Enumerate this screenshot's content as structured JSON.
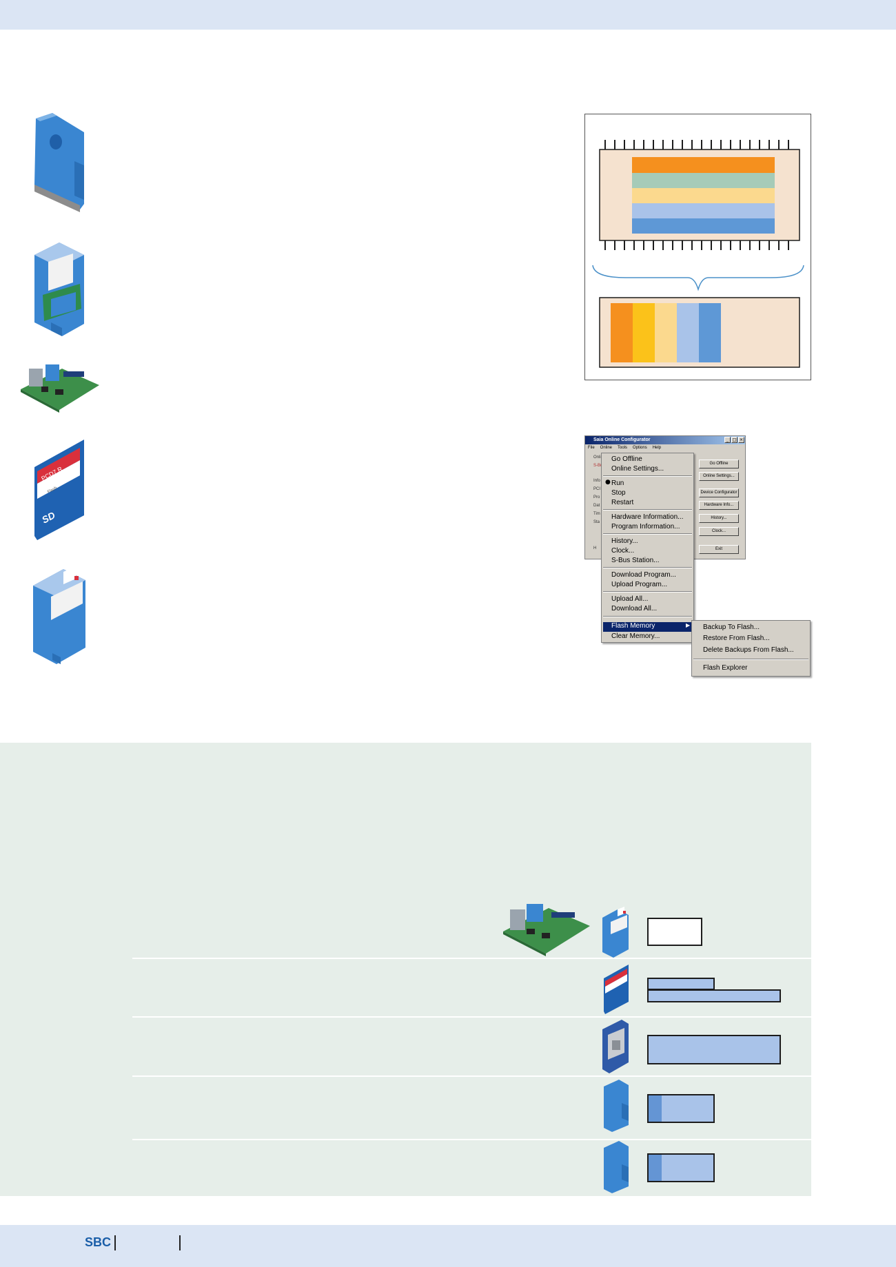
{
  "footer": {
    "brand": "SBC"
  },
  "dialog": {
    "title": "Saia Online Configurator",
    "menubar": [
      "File",
      "Online",
      "Tools",
      "Options",
      "Help"
    ],
    "buttons": [
      "Go Offline",
      "Online Settings...",
      "Device Configurator",
      "Hardware Info...",
      "History...",
      "Clock...",
      "Exit"
    ],
    "fragments": [
      "Onli",
      "S-Bu",
      "Info",
      "PCI",
      "Pro",
      "Dat",
      "Tim",
      "Sta",
      "H"
    ]
  },
  "context_menu": {
    "items": [
      "Go Offline",
      "Online Settings...",
      "Run",
      "Stop",
      "Restart",
      "Hardware Information...",
      "Program Information...",
      "History...",
      "Clock...",
      "S-Bus Station...",
      "Download Program...",
      "Upload Program...",
      "Upload All...",
      "Download All...",
      "Flash Memory",
      "Clear Memory..."
    ],
    "checked_item": "Run",
    "highlighted_item": "Flash Memory"
  },
  "submenu": {
    "items": [
      "Backup To Flash...",
      "Restore From Flash...",
      "Delete Backups From Flash...",
      "Flash Explorer"
    ]
  },
  "module_labels": {
    "sd_card": "PCD7.R",
    "sd_card_sub": "Flash"
  },
  "colors": {
    "band": "#dbe5f4",
    "panel": "#e6eee9",
    "module_blue": "#3a86d1",
    "bar_fill": "#a9c3e9",
    "bar_dark": "#6495d4",
    "orange": "#f5901e",
    "teal": "#a6cbb8",
    "yellow": "#fbd98e",
    "light_blue": "#a9c3e9",
    "mid_blue": "#5e98d6",
    "peach": "#f5e2cf",
    "gold": "#fbc21a",
    "brace": "#4a90c8"
  }
}
